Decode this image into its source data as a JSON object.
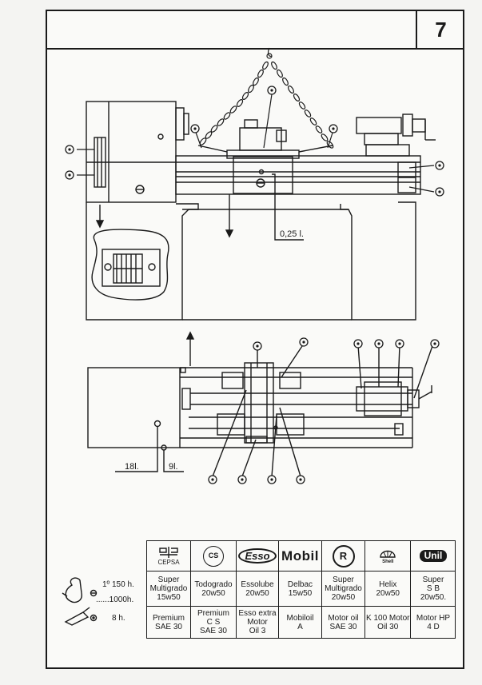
{
  "page": {
    "number": "7"
  },
  "callouts": {
    "oil_quantity_main": "0,25 l.",
    "oil_quantity_headstock": "18l.",
    "oil_quantity_apron": "9l."
  },
  "schedule": {
    "row1_first": "1º 150 h.",
    "row1_then": "......1000h.",
    "row2": "8 h."
  },
  "lubricants": {
    "brands": [
      {
        "name": "CEPSA",
        "icon": "cepsa-logo"
      },
      {
        "name": "CS",
        "icon": "cs-logo"
      },
      {
        "name": "Esso",
        "icon": "esso-logo"
      },
      {
        "name": "Mobil",
        "icon": "mobil-logo"
      },
      {
        "name": "R",
        "icon": "r-logo"
      },
      {
        "name": "Shell",
        "icon": "shell-logo"
      },
      {
        "name": "Unil",
        "icon": "unil-logo"
      }
    ],
    "row1": [
      [
        "Super",
        "Multigrado",
        "15w50"
      ],
      [
        "Todogrado",
        "20w50"
      ],
      [
        "Essolube",
        "20w50"
      ],
      [
        "Delbac",
        "15w50"
      ],
      [
        "Super",
        "Multigrado",
        "20w50"
      ],
      [
        "Helix",
        "20w50"
      ],
      [
        "Super",
        "S B",
        "20w50."
      ]
    ],
    "row2": [
      [
        "Premium",
        "SAE 30"
      ],
      [
        "Premium",
        "C S",
        "SAE 30"
      ],
      [
        "Esso extra",
        "Motor",
        "Oil 3"
      ],
      [
        "Mobiloil",
        "A"
      ],
      [
        "Motor oil",
        "SAE 30"
      ],
      [
        "K 100 Motor",
        "Oil 30"
      ],
      [
        "Motor HP",
        "4 D"
      ]
    ]
  }
}
